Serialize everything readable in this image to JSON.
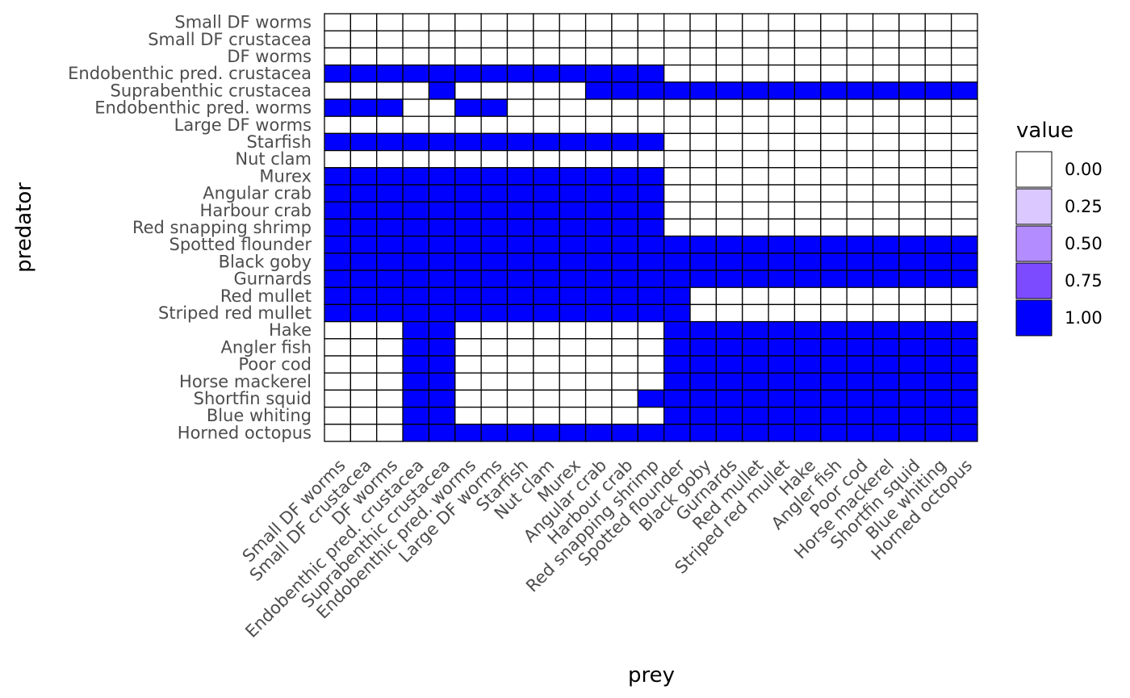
{
  "chart_data": {
    "type": "heatmap",
    "xlabel": "prey",
    "ylabel": "predator",
    "x_categories": [
      "Small DF worms",
      "Small DF crustacea",
      "DF worms",
      "Endobenthic pred. crustacea",
      "Suprabenthic crustacea",
      "Endobenthic pred. worms",
      "Large DF worms",
      "Starfish",
      "Nut clam",
      "Murex",
      "Angular crab",
      "Harbour crab",
      "Red snapping shrimp",
      "Spotted flounder",
      "Black goby",
      "Gurnards",
      "Red mullet",
      "Striped red mullet",
      "Hake",
      "Angler fish",
      "Poor cod",
      "Horse mackerel",
      "Shortfin squid",
      "Blue whiting",
      "Horned octopus"
    ],
    "y_categories": [
      "Small DF worms",
      "Small DF crustacea",
      "DF worms",
      "Endobenthic pred. crustacea",
      "Suprabenthic crustacea",
      "Endobenthic pred. worms",
      "Large DF worms",
      "Starfish",
      "Nut clam",
      "Murex",
      "Angular crab",
      "Harbour crab",
      "Red snapping shrimp",
      "Spotted flounder",
      "Black goby",
      "Gurnards",
      "Red mullet",
      "Striped red mullet",
      "Hake",
      "Angler fish",
      "Poor cod",
      "Horse mackerel",
      "Shortfin squid",
      "Blue whiting",
      "Horned octopus"
    ],
    "matrix": [
      "0000000000000000000000000",
      "0000000000000000000000000",
      "0000000000000000000000000",
      "1111111111111000000000000",
      "0000100000111111111111111",
      "1110011000000000000000000",
      "0000000000000000000000000",
      "1111111111111000000000000",
      "0000000000000000000000000",
      "1111111111111000000000000",
      "1111111111111000000000000",
      "1111111111111000000000000",
      "1111111111111000000000000",
      "1111111111111111111111111",
      "1111111111111111111111111",
      "1111111111111111111111111",
      "1111111111111100000000000",
      "1111111111111100000000000",
      "0001100000000111111111111",
      "0001100000000111111111111",
      "0001100000000111111111111",
      "0001100000000111111111111",
      "0001100000001111111111111",
      "0001100000000111111111111",
      "0001111111111111111111111"
    ],
    "value_range": [
      0,
      1
    ],
    "legend": {
      "title": "value",
      "position": "right",
      "entries": [
        {
          "label": "0.00",
          "value": 0.0,
          "color": "#ffffff"
        },
        {
          "label": "0.25",
          "value": 0.25,
          "color": "#dbc8ff"
        },
        {
          "label": "0.50",
          "value": 0.5,
          "color": "#b38dff"
        },
        {
          "label": "0.75",
          "value": 0.75,
          "color": "#7d4bff"
        },
        {
          "label": "1.00",
          "value": 1.0,
          "color": "#0000ff"
        }
      ]
    },
    "colors": {
      "low": "#ffffff",
      "high": "#0000ff",
      "border": "#000000"
    },
    "grid": false
  }
}
